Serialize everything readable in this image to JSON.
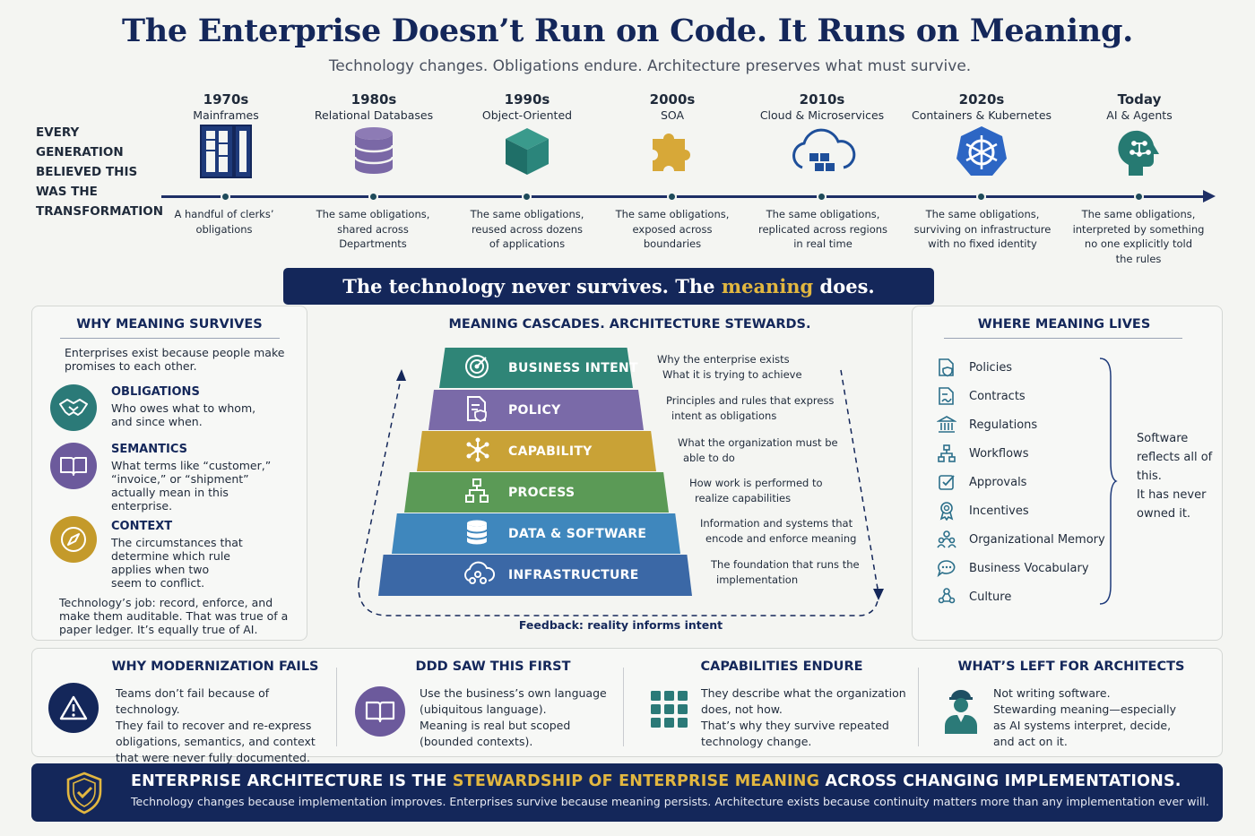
{
  "title": "The Enterprise Doesn’t Run on Code. It Runs on Meaning.",
  "subtitle": "Technology changes. Obligations endure. Architecture preserves what must survive.",
  "timeline": {
    "side_label": [
      "EVERY",
      "GENERATION",
      "BELIEVED THIS",
      "WAS THE",
      "TRANSFORMATION"
    ],
    "eras": [
      {
        "year": "1970s",
        "tech": "Mainframes",
        "icon": "mainframe-icon",
        "desc": [
          "A handful of clerks’",
          "obligations"
        ]
      },
      {
        "year": "1980s",
        "tech": "Relational Databases",
        "icon": "database-icon",
        "desc": [
          "The same obligations,",
          "shared across",
          "Departments"
        ]
      },
      {
        "year": "1990s",
        "tech": "Object-Oriented",
        "icon": "cube-icon",
        "desc": [
          "The same obligations,",
          "reused across dozens",
          "of applications"
        ]
      },
      {
        "year": "2000s",
        "tech": "SOA",
        "icon": "puzzle-icon",
        "desc": [
          "The same obligations,",
          "exposed across",
          "boundaries"
        ]
      },
      {
        "year": "2010s",
        "tech": "Cloud & Microservices",
        "icon": "cloud-icon",
        "desc": [
          "The same obligations,",
          "replicated across regions",
          "in real time"
        ]
      },
      {
        "year": "2020s",
        "tech": "Containers & Kubernetes",
        "icon": "kubernetes-icon",
        "desc": [
          "The same obligations,",
          "surviving on infrastructure",
          "with no fixed identity"
        ]
      },
      {
        "year": "Today",
        "tech": "AI & Agents",
        "icon": "ai-head-icon",
        "desc": [
          "The same obligations,",
          "interpreted by something",
          "no one explicitly told",
          "the rules"
        ]
      }
    ]
  },
  "banner": {
    "before": "The technology never survives. The ",
    "highlight": "meaning",
    "after": " does."
  },
  "why_survives": {
    "title": "WHY MEANING SURVIVES",
    "intro": [
      "Enterprises exist because people make",
      "promises to each other."
    ],
    "concepts": [
      {
        "title": "OBLIGATIONS",
        "text": [
          "Who owes what to whom,",
          "and since when."
        ],
        "icon": "handshake-icon",
        "color": "#2b7a78"
      },
      {
        "title": "SEMANTICS",
        "text": [
          "What terms like “customer,”",
          "“invoice,” or “shipment”",
          "actually mean in this",
          "enterprise."
        ],
        "icon": "book-icon",
        "color": "#6c5a9c"
      },
      {
        "title": "CONTEXT",
        "text": [
          "The circumstances that",
          "determine which rule",
          "applies when two",
          "seem to conflict."
        ],
        "icon": "compass-icon",
        "color": "#c49a2a"
      }
    ],
    "outro": [
      "Technology’s job: record, enforce, and",
      "make them auditable. That was true of a",
      "paper ledger. It’s equally true of AI."
    ]
  },
  "cascade": {
    "title": "MEANING CASCADES. ARCHITECTURE STEWARDS.",
    "layers": [
      {
        "label": "BUSINESS INTENT",
        "icon": "target-icon",
        "color": "#2f8577",
        "desc": [
          "Why the enterprise exists",
          "What it is trying to achieve"
        ]
      },
      {
        "label": "POLICY",
        "icon": "policy-doc-icon",
        "color": "#7a6aa8",
        "desc": [
          "Principles and rules that express",
          "intent as obligations"
        ]
      },
      {
        "label": "CAPABILITY",
        "icon": "network-icon",
        "color": "#c9a236",
        "desc": [
          "What the organization must be",
          "able to do"
        ]
      },
      {
        "label": "PROCESS",
        "icon": "flowchart-icon",
        "color": "#5b9a56",
        "desc": [
          "How work is performed to",
          "realize capabilities"
        ]
      },
      {
        "label": "DATA & SOFTWARE",
        "icon": "data-icon",
        "color": "#3f87bd",
        "desc": [
          "Information and systems that",
          "encode and enforce meaning"
        ]
      },
      {
        "label": "INFRASTRUCTURE",
        "icon": "cloud-network-icon",
        "color": "#3b68a6",
        "desc": [
          "The foundation that runs the",
          "implementation"
        ]
      }
    ],
    "feedback": "Feedback: reality informs intent"
  },
  "where_lives": {
    "title": "WHERE MEANING LIVES",
    "items": [
      {
        "label": "Policies",
        "icon": "policy-shield-icon"
      },
      {
        "label": "Contracts",
        "icon": "contract-icon"
      },
      {
        "label": "Regulations",
        "icon": "building-icon"
      },
      {
        "label": "Workflows",
        "icon": "workflow-icon"
      },
      {
        "label": "Approvals",
        "icon": "checkbox-icon"
      },
      {
        "label": "Incentives",
        "icon": "award-icon"
      },
      {
        "label": "Organizational Memory",
        "icon": "people-icon"
      },
      {
        "label": "Business Vocabulary",
        "icon": "chat-icon"
      },
      {
        "label": "Culture",
        "icon": "culture-icon"
      }
    ],
    "note": [
      "Software",
      "reflects all of",
      "this.",
      "It has never",
      "owned it."
    ]
  },
  "bottom": [
    {
      "title": "WHY MODERNIZATION FAILS",
      "icon": "warning-icon",
      "text": [
        "Teams don’t fail because of technology.",
        "They fail to recover and re-express",
        "obligations, semantics, and context",
        "that were never fully documented."
      ]
    },
    {
      "title": "DDD SAW THIS FIRST",
      "icon": "open-book-icon",
      "text": [
        "Use the business’s own language",
        "(ubiquitous language).",
        "Meaning is real but scoped",
        "(bounded contexts)."
      ]
    },
    {
      "title": "CAPABILITIES ENDURE",
      "icon": "grid-icon",
      "text": [
        "They describe what the organization",
        "does, not how.",
        "That’s why they survive repeated",
        "technology change."
      ]
    },
    {
      "title": "WHAT’S LEFT FOR ARCHITECTS",
      "icon": "architect-icon",
      "text": [
        "Not writing software.",
        "Stewarding meaning—especially",
        "as AI systems interpret, decide,",
        "and act on it."
      ]
    }
  ],
  "footer": {
    "headline_before": "ENTERPRISE ARCHITECTURE IS THE ",
    "headline_highlight": "STEWARDSHIP OF ENTERPRISE MEANING",
    "headline_after": " ACROSS CHANGING IMPLEMENTATIONS.",
    "text": "Technology changes because implementation improves. Enterprises survive because meaning persists. Architecture exists because continuity matters more than any implementation ever will.",
    "icon": "shield-check-icon"
  },
  "colors": {
    "navy": "#14275a",
    "gold": "#e2b740",
    "teal": "#2b7a78"
  }
}
